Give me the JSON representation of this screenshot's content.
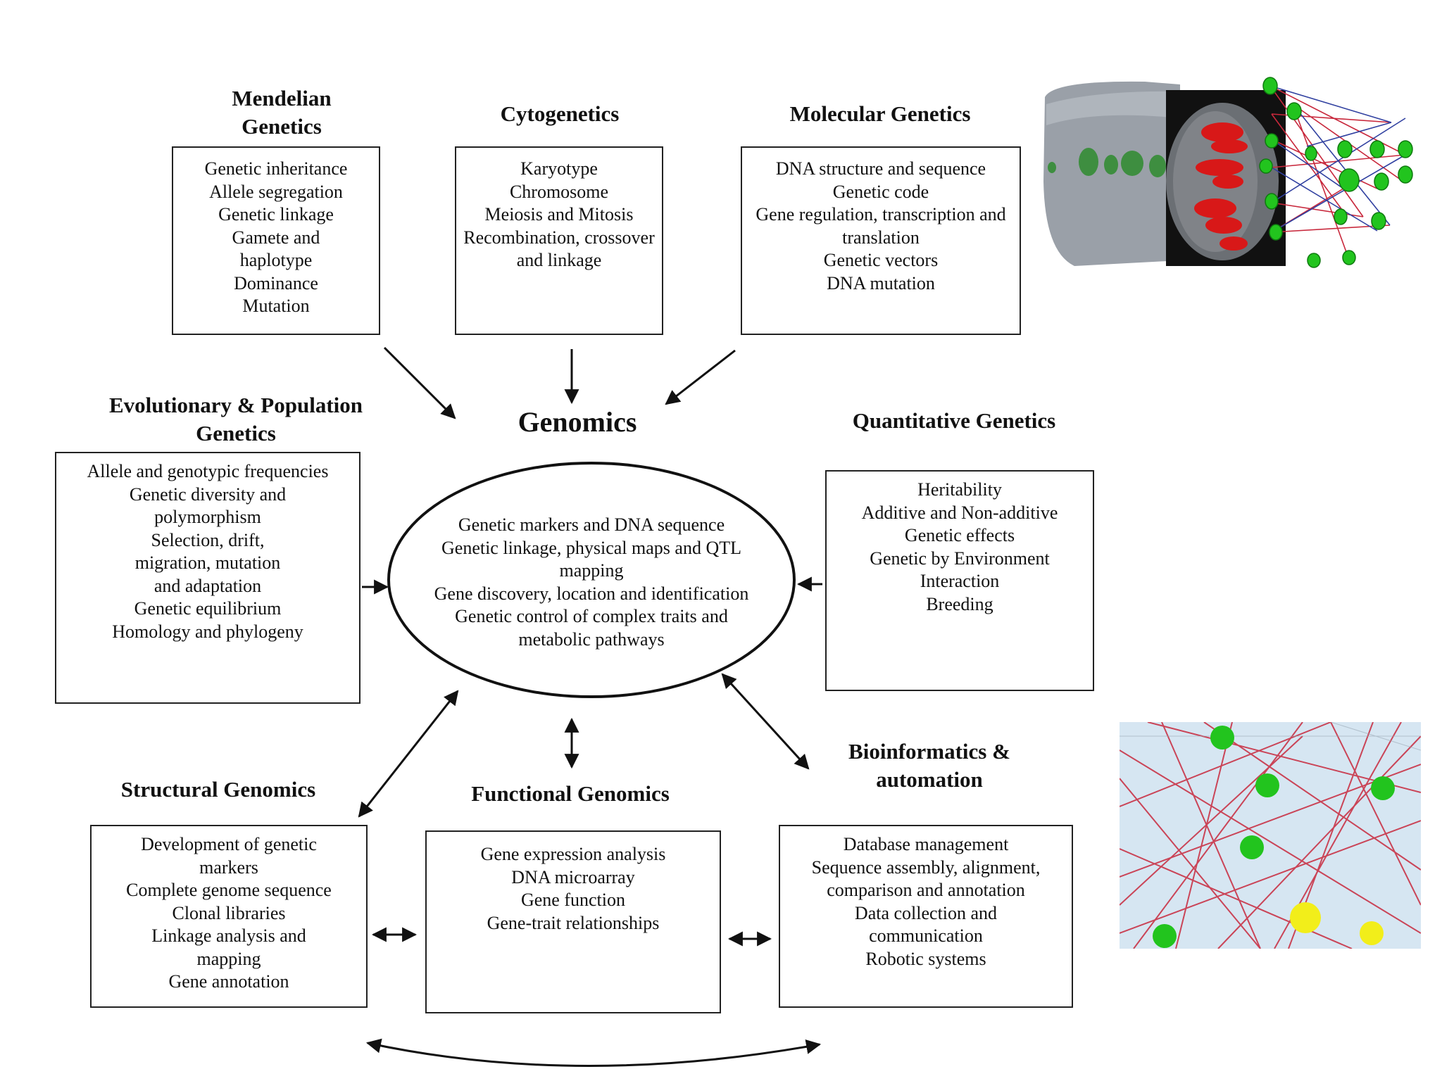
{
  "genomics": {
    "title": "Genomics",
    "items": [
      "Genetic markers and DNA sequence",
      "Genetic linkage, physical maps and QTL mapping",
      "Gene discovery, location and identification",
      "Genetic control of complex traits and metabolic pathways"
    ]
  },
  "mendelian": {
    "title": "Mendelian\nGenetics",
    "items": [
      "Genetic inheritance",
      "Allele segregation",
      "Genetic linkage",
      "Gamete and haplotype",
      "Dominance",
      "Mutation"
    ]
  },
  "cytogenetics": {
    "title": "Cytogenetics",
    "items": [
      "Karyotype",
      "Chromosome",
      "Meiosis and Mitosis",
      "Recombination, crossover and linkage"
    ]
  },
  "molecular": {
    "title": "Molecular Genetics",
    "items": [
      "DNA structure and sequence",
      "Genetic code",
      "Gene regulation, transcription and translation",
      "Genetic vectors",
      "DNA mutation"
    ]
  },
  "evolutionary": {
    "title": "Evolutionary & Population\nGenetics",
    "items": [
      "Allele and genotypic frequencies",
      "Genetic diversity and polymorphism",
      "Selection, drift, migration, mutation",
      "and adaptation",
      "Genetic equilibrium",
      "Homology and phylogeny"
    ]
  },
  "quantitative": {
    "title": "Quantitative Genetics",
    "items": [
      "Heritability",
      "Additive and Non-additive",
      "Genetic effects",
      "Genetic by Environment",
      "Interaction",
      "Breeding"
    ]
  },
  "structural": {
    "title": "Structural Genomics",
    "items": [
      "Development of genetic markers",
      "Complete genome sequence",
      "Clonal libraries",
      "Linkage analysis and mapping",
      "Gene annotation"
    ]
  },
  "functional": {
    "title": "Functional Genomics",
    "items": [
      "Gene expression analysis",
      "DNA microarray",
      "Gene function",
      "Gene-trait relationships"
    ]
  },
  "bioinformatics": {
    "title": "Bioinformatics &\nautomation",
    "items": [
      "Database management",
      "Sequence assembly, alignment, comparison and annotation",
      "Data collection and communication",
      "Robotic systems"
    ]
  },
  "colors": {
    "node_green": "#22c41e",
    "node_yellow": "#f2ee1a",
    "chromosome_red": "#d81818",
    "edge_red": "#c8283c",
    "map_bg": "#d6e6f2"
  }
}
